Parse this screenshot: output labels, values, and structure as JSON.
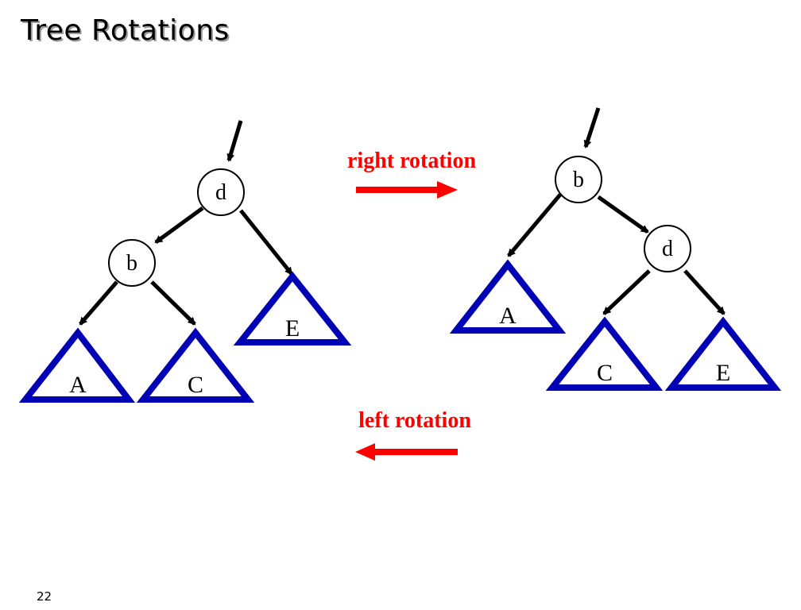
{
  "title": "Tree Rotations",
  "page_number": "22",
  "colors": {
    "edge": "#000000",
    "subtree": "#0000b4",
    "arrow": "#ff0000",
    "node_fill": "#ffffff"
  },
  "labels": {
    "right_rotation": "right rotation",
    "left_rotation": "left rotation"
  },
  "left_tree": {
    "root": "d",
    "child": "b",
    "subtrees": [
      "A",
      "C",
      "E"
    ]
  },
  "right_tree": {
    "root": "b",
    "child": "d",
    "subtrees": [
      "A",
      "C",
      "E"
    ]
  }
}
